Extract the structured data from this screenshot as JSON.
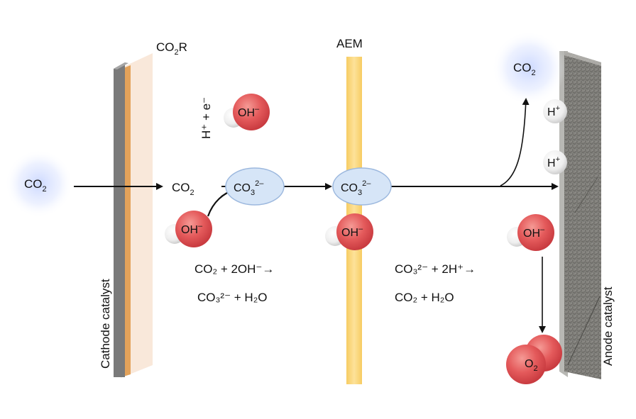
{
  "labels": {
    "co2r_base": "CO",
    "co2r_sub": "2",
    "co2r_tail": "R",
    "aem": "AEM",
    "cathode_catalyst": "Cathode catalyst",
    "anode_catalyst": "Anode catalyst",
    "h_plus_e_minus": "H⁺ + e⁻"
  },
  "species": {
    "co2_base": "CO",
    "co2_sub": "2",
    "oh_base": "OH",
    "oh_sup": "–",
    "co3_base": "CO",
    "co3_sub": "3",
    "co3_sup": "2–",
    "h_base": "H",
    "h_sup": "+",
    "o2_base": "O",
    "o2_sub": "2"
  },
  "equations": {
    "cathode_line1": "CO₂ + 2OH⁻→",
    "cathode_line2": "CO₃²⁻ + H₂O",
    "anode_line1": "CO₃²⁻ + 2H⁺→",
    "anode_line2": "CO₂ + H₂O"
  },
  "colors": {
    "oh_red": "#e35b5b",
    "co3_blue": "#d6e5f7",
    "aem_yellow": "#fbd978",
    "cathode_copper": "#e3a25a",
    "glow_blue": "#dbe4ff"
  }
}
